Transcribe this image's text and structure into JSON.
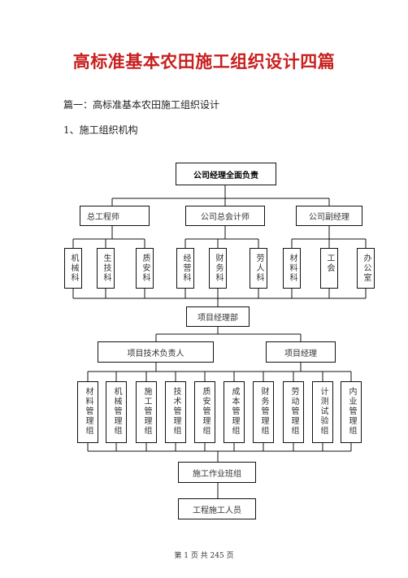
{
  "doc": {
    "title": "高标准基本农田施工组织设计四篇",
    "subtitle": "篇一：高标准基本农田施工组织设计",
    "section": "1、施工组织机构"
  },
  "chart": {
    "top": "公司经理全面负责",
    "level2": [
      "总工程师",
      "公司总会计师",
      "公司副经理"
    ],
    "depts": [
      "机械科",
      "生技科",
      "质安科",
      "经营科",
      "财务科",
      "劳人科",
      "材料科",
      "工会",
      "办公室"
    ],
    "project_dept": "项目经理部",
    "leads": [
      "项目技术负责人",
      "项目经理"
    ],
    "groups": [
      "材料管理组",
      "机械管理组",
      "施工管理组",
      "技术管理组",
      "质安管理组",
      "成本管理组",
      "财务管理组",
      "劳动管理组",
      "计测试验组",
      "内业管理组"
    ],
    "team": "施工作业班组",
    "workers": "工程施工人员"
  },
  "footer": {
    "page": "第 1 页 共 245 页"
  }
}
